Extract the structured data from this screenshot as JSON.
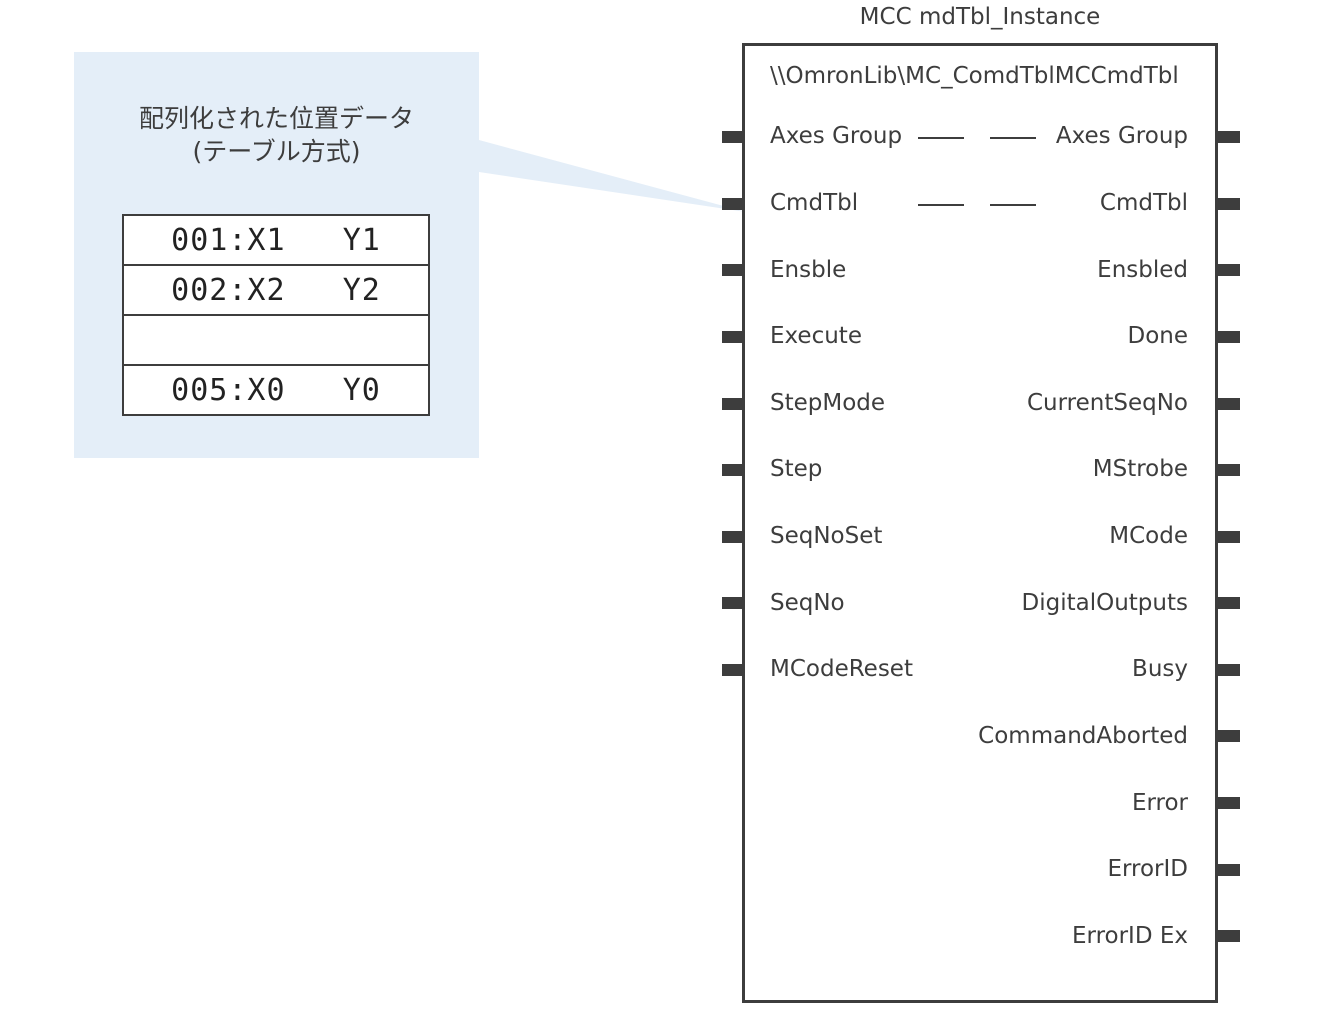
{
  "callout": {
    "title_line1": "配列化された位置データ",
    "title_line2": "(テーブル方式)",
    "table_rows": [
      "001:X1   Y1",
      "002:X2   Y2",
      "",
      "005:X0   Y0"
    ]
  },
  "function_block": {
    "instance_name": "MCC mdTbl_Instance",
    "library_path": "\\\\OmronLib\\MC_ComdTblMCCmdTbl",
    "inouts": [
      {
        "in": "Axes Group",
        "out": "Axes Group"
      },
      {
        "in": "CmdTbl",
        "out": "CmdTbl"
      }
    ],
    "inputs": [
      "Ensble",
      "Execute",
      "StepMode",
      "Step",
      "SeqNoSet",
      "SeqNo",
      "MCodeReset"
    ],
    "outputs": [
      "Ensbled",
      "Done",
      "CurrentSeqNo",
      "MStrobe",
      "MCode",
      "DigitalOutputs",
      "Busy",
      "CommandAborted",
      "Error",
      "ErrorID",
      "ErrorID Ex"
    ]
  },
  "colors": {
    "line": "#3d3d3d",
    "callout_bg": "#e4eef8"
  }
}
